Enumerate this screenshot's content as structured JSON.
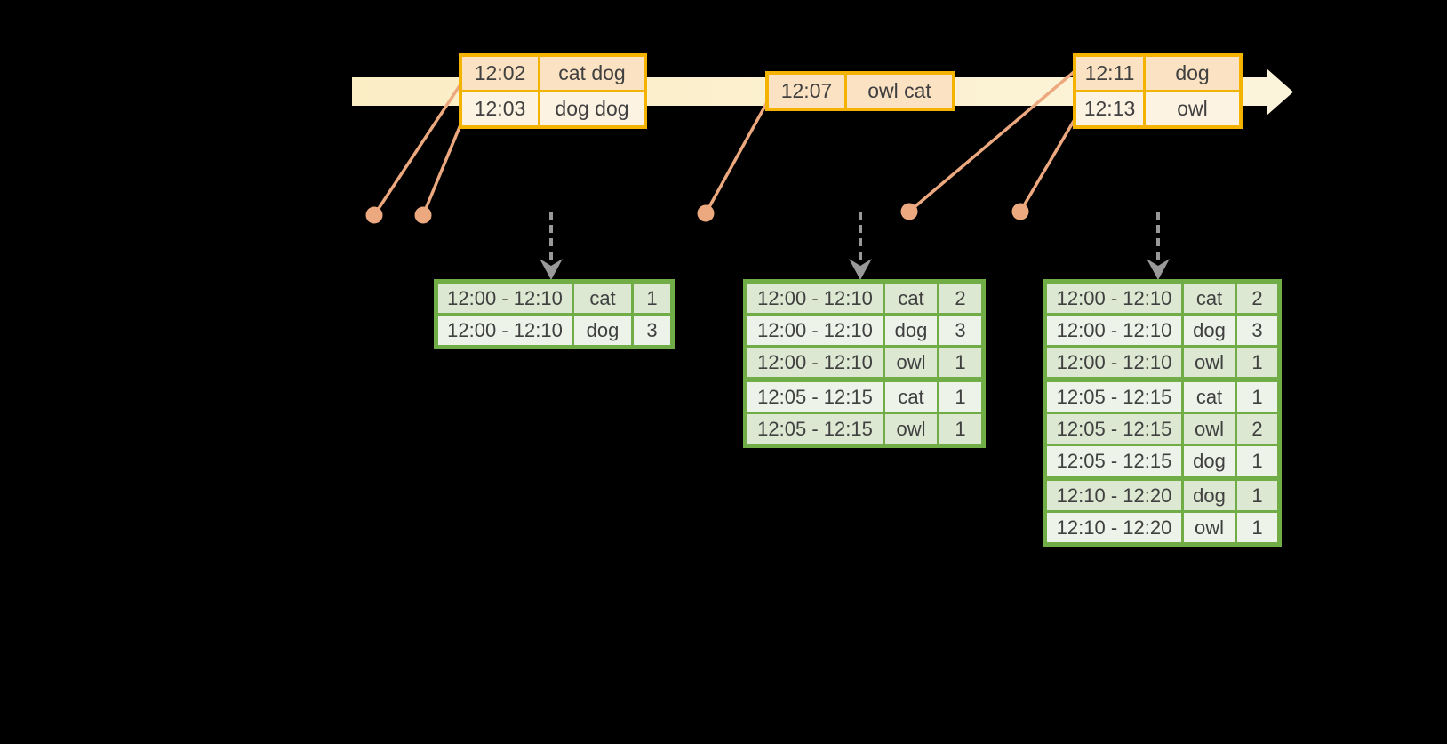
{
  "colors": {
    "background": "#000000",
    "timeline_fill": "#FBEEC5",
    "timeline_fill_light": "#FCF4DA",
    "event_border": "#F5B301",
    "event_row_dark": "#FAE2C2",
    "event_row_light": "#FDF3E3",
    "connector": "#ECA87E",
    "result_border": "#70AD47",
    "result_row_dark": "#DCE8D2",
    "result_row_light": "#EDF3E9",
    "trigger_gray": "#999999",
    "text": "#404040"
  },
  "event_tables": [
    {
      "rows": [
        {
          "time": "12:02",
          "words": "cat dog"
        },
        {
          "time": "12:03",
          "words": "dog dog"
        }
      ]
    },
    {
      "rows": [
        {
          "time": "12:07",
          "words": "owl cat"
        }
      ]
    },
    {
      "rows": [
        {
          "time": "12:11",
          "words": "dog"
        },
        {
          "time": "12:13",
          "words": "owl"
        }
      ]
    }
  ],
  "result_tables": [
    {
      "group_breaks": [],
      "rows": [
        {
          "window": "12:00 - 12:10",
          "word": "cat",
          "count": "1"
        },
        {
          "window": "12:00 - 12:10",
          "word": "dog",
          "count": "3"
        }
      ]
    },
    {
      "group_breaks": [
        3
      ],
      "rows": [
        {
          "window": "12:00 - 12:10",
          "word": "cat",
          "count": "2"
        },
        {
          "window": "12:00 - 12:10",
          "word": "dog",
          "count": "3"
        },
        {
          "window": "12:00 - 12:10",
          "word": "owl",
          "count": "1"
        },
        {
          "window": "12:05 - 12:15",
          "word": "cat",
          "count": "1"
        },
        {
          "window": "12:05 - 12:15",
          "word": "owl",
          "count": "1"
        }
      ]
    },
    {
      "group_breaks": [
        3,
        6
      ],
      "rows": [
        {
          "window": "12:00 - 12:10",
          "word": "cat",
          "count": "2"
        },
        {
          "window": "12:00 - 12:10",
          "word": "dog",
          "count": "3"
        },
        {
          "window": "12:00 - 12:10",
          "word": "owl",
          "count": "1"
        },
        {
          "window": "12:05 - 12:15",
          "word": "cat",
          "count": "1"
        },
        {
          "window": "12:05 - 12:15",
          "word": "owl",
          "count": "2"
        },
        {
          "window": "12:05 - 12:15",
          "word": "dog",
          "count": "1"
        },
        {
          "window": "12:10 - 12:20",
          "word": "dog",
          "count": "1"
        },
        {
          "window": "12:10 - 12:20",
          "word": "owl",
          "count": "1"
        }
      ]
    }
  ]
}
